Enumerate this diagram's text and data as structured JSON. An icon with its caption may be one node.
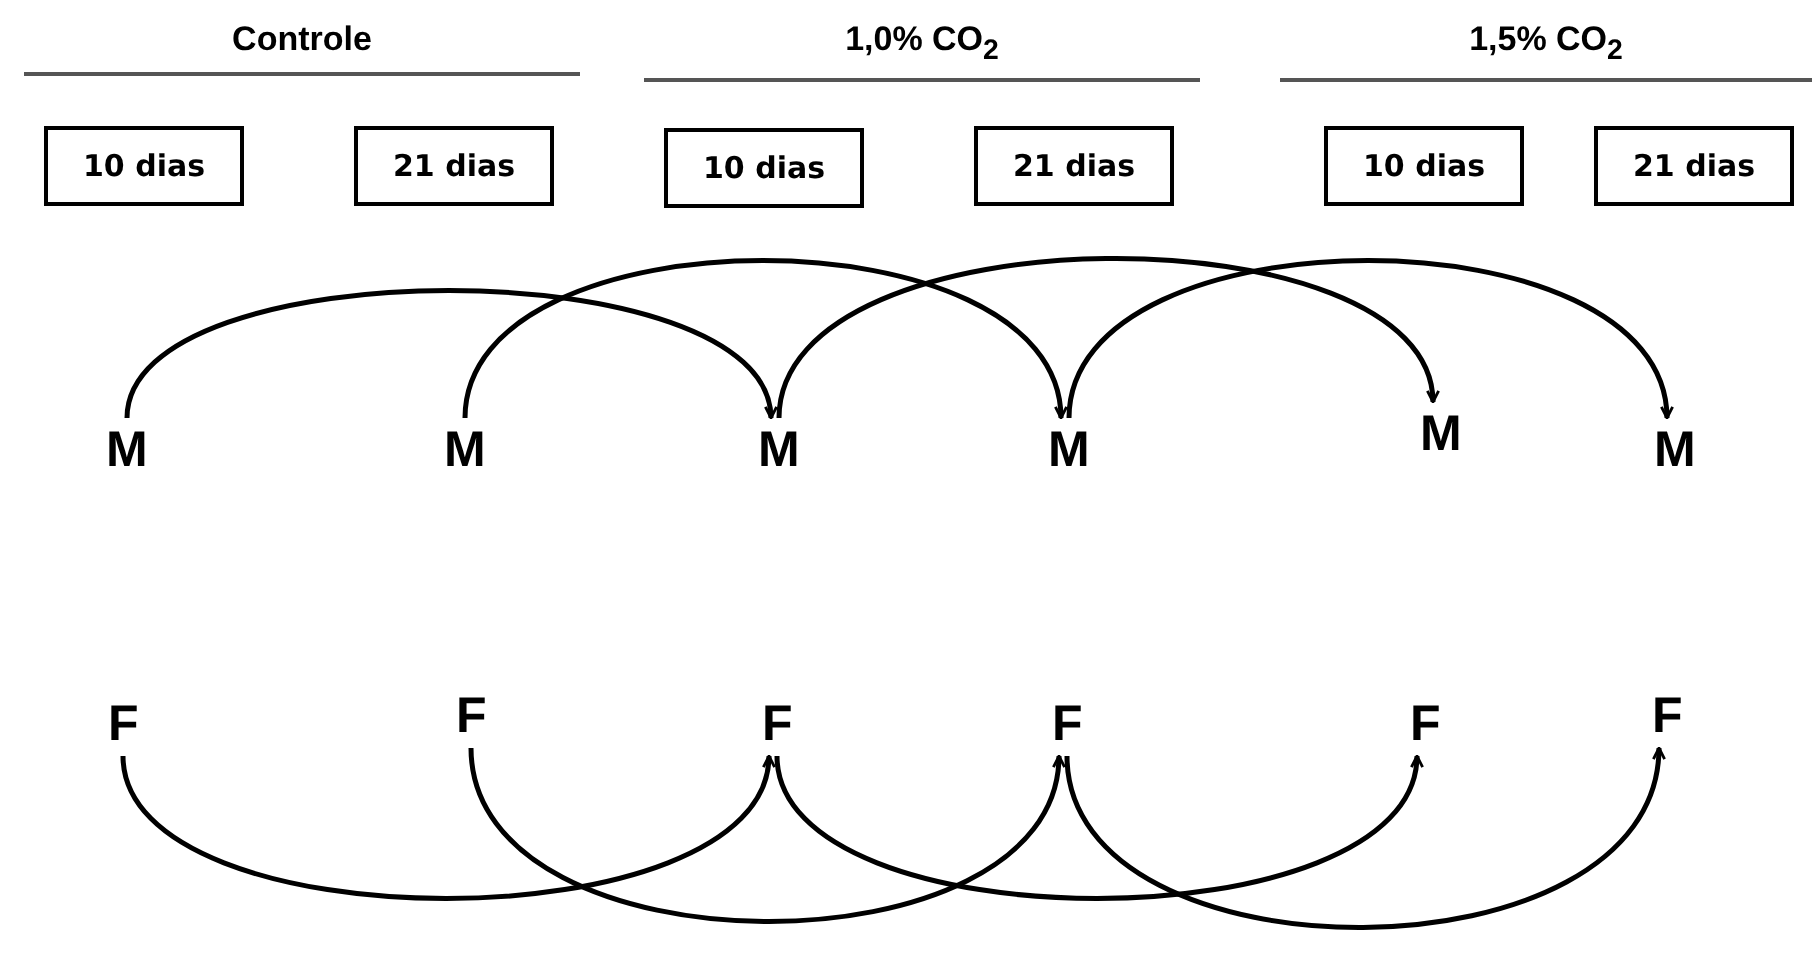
{
  "diagram": {
    "nodes": [
      {
        "text": [
          "10 dias"
        ]
      },
      {
        "text": [
          "21 dias"
        ]
      },
      {
        "text": [
          "10 dias"
        ]
      },
      {
        "text": [
          "21 dias"
        ]
      },
      {
        "text": [
          "10 dias"
        ]
      },
      {
        "text": [
          "21 dias"
        ]
      },
      {
        "text": [
          "M"
        ]
      },
      {
        "text": [
          "M"
        ]
      },
      {
        "text": [
          "M"
        ]
      },
      {
        "text": [
          "M"
        ]
      },
      {
        "text": [
          "M"
        ]
      },
      {
        "text": [
          "M"
        ]
      },
      {
        "text": [
          "F"
        ]
      },
      {
        "text": [
          "F"
        ]
      },
      {
        "text": [
          "F"
        ]
      },
      {
        "text": [
          "F"
        ]
      },
      {
        "text": [
          "F"
        ]
      },
      {
        "text": [
          "F"
        ]
      }
    ],
    "edges": [
      {
        "from": 6,
        "to": 8,
        "arrow": "to"
      },
      {
        "from": 7,
        "to": 9,
        "arrow": "to"
      },
      {
        "from": 8,
        "to": 10,
        "arrow": "to"
      },
      {
        "from": 9,
        "to": 11,
        "arrow": "to"
      },
      {
        "from": 12,
        "to": 14,
        "arrow": "to"
      },
      {
        "from": 13,
        "to": 15,
        "arrow": "to"
      },
      {
        "from": 14,
        "to": 16,
        "arrow": "to"
      },
      {
        "from": 15,
        "to": 17,
        "arrow": "to"
      }
    ],
    "labels": [
      "Controle",
      "1,0% CO$_{2}$",
      "1,5% CO$_{2}$"
    ]
  }
}
